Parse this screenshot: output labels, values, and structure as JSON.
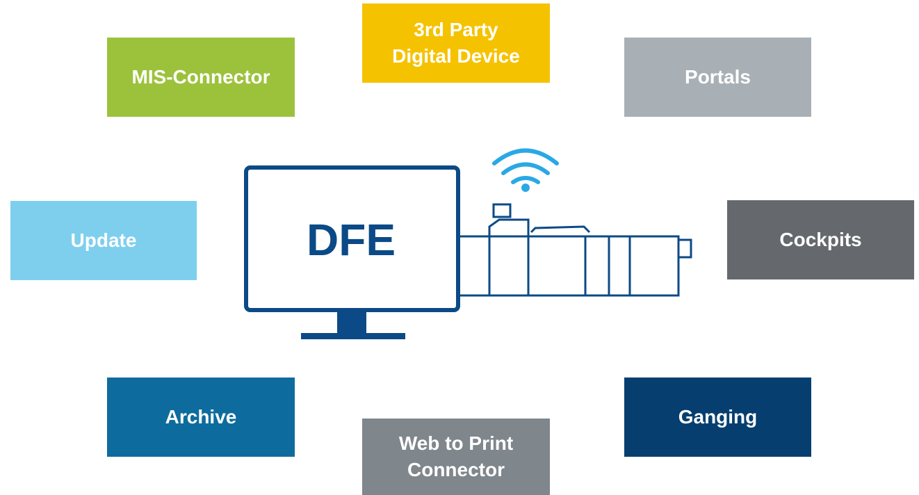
{
  "center_label": "DFE",
  "tiles": [
    {
      "id": "mis",
      "label": "MIS-Connector",
      "color": "#9cc23c"
    },
    {
      "id": "3rd",
      "label": "3rd Party\nDigital Device",
      "color": "#f5c200"
    },
    {
      "id": "portals",
      "label": "Portals",
      "color": "#a9b0b5"
    },
    {
      "id": "update",
      "label": "Update",
      "color": "#7ecfee"
    },
    {
      "id": "cockpits",
      "label": "Cockpits",
      "color": "#65686d"
    },
    {
      "id": "archive",
      "label": "Archive",
      "color": "#0d6c9d"
    },
    {
      "id": "web",
      "label": "Web to Print\nConnector",
      "color": "#7f868c"
    },
    {
      "id": "ganging",
      "label": "Ganging",
      "color": "#063f6f"
    }
  ],
  "colors": {
    "outline": "#0b4a86",
    "wifi": "#2aa8e6"
  },
  "icons": [
    "monitor-icon",
    "printer-icon",
    "wifi-icon"
  ]
}
